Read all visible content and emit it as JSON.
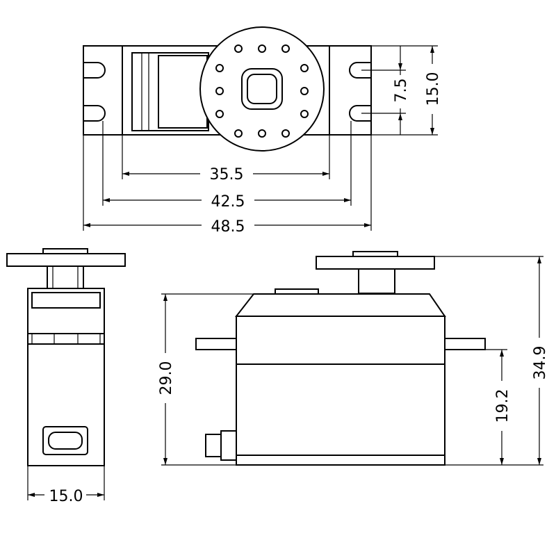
{
  "dimensions": {
    "top_width_body": "35.5",
    "top_width_holes": "42.5",
    "top_width_overall": "48.5",
    "top_height_holes": "7.5",
    "top_height_overall": "15.0",
    "side_width": "15.0",
    "front_height_body": "29.0",
    "front_height_tabs": "19.2",
    "front_height_overall": "34.9"
  }
}
